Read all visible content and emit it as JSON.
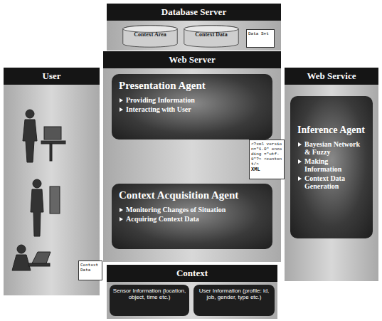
{
  "diagram": {
    "nodes": [
      {
        "text": [
          "Database Server"
        ]
      },
      {
        "text": [
          "Context Area"
        ],
        "in": 0
      },
      {
        "text": [
          "Context Data"
        ],
        "in": 0
      },
      {
        "text": [
          "Data Set"
        ],
        "in": 0
      },
      {
        "text": [
          "User"
        ]
      },
      {
        "text": [
          "Web Server"
        ]
      },
      {
        "text": [
          "Presentation Agent",
          "Providing Information",
          "Interacting with User"
        ],
        "in": 5
      },
      {
        "text": [
          "<?xml version=\"1.0\" encoding =\"utf-8\"?> <content/>",
          "XML"
        ]
      },
      {
        "text": [
          "Context Acquisition Agent",
          "Monitoring Changes of Situation",
          "Acquiring Context Data"
        ],
        "in": 5
      },
      {
        "text": [
          "Web Service"
        ]
      },
      {
        "text": [
          "Inference Agent",
          "Bayesian Network & Fuzzy",
          "Making Information",
          "Context Data Generation"
        ],
        "in": 9
      },
      {
        "text": [
          "Context Data"
        ]
      },
      {
        "text": [
          "Context"
        ]
      },
      {
        "text": [
          "Sensor Information (location, object, time etc.)"
        ],
        "in": 12
      },
      {
        "text": [
          "User Information (profile: id, job, gender, type etc.)"
        ],
        "in": 12
      }
    ]
  }
}
